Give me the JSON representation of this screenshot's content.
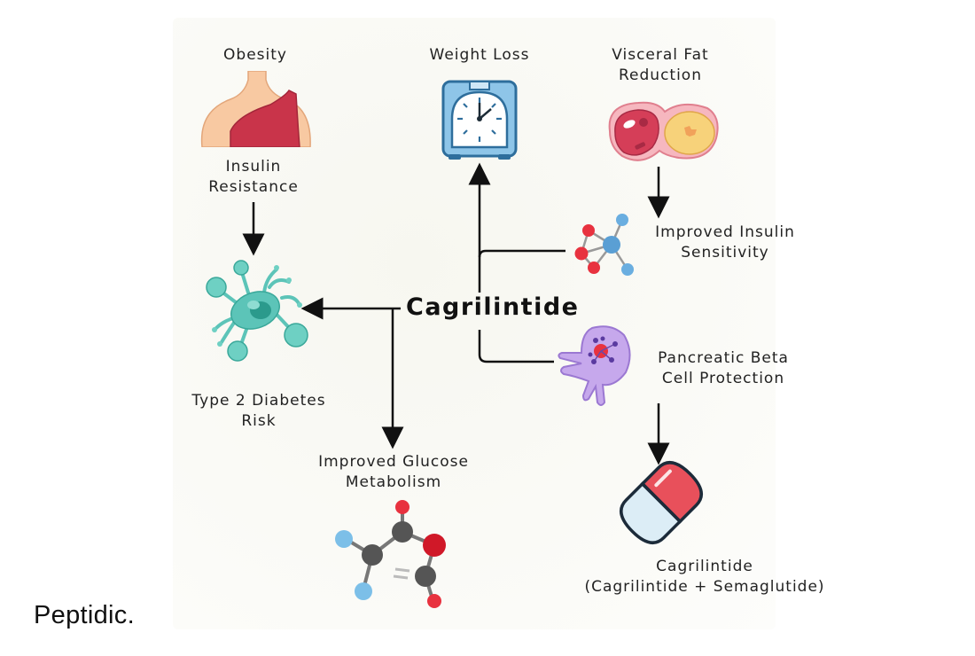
{
  "diagram": {
    "center": {
      "label": "Cagrilintide"
    },
    "nodes": {
      "obesity": {
        "label": "Obesity",
        "icon": "torso-icon"
      },
      "insulin_resistance": {
        "line1": "Insulin",
        "line2": "Resistance"
      },
      "weight_loss": {
        "label": "Weight Loss",
        "icon": "scale-icon"
      },
      "visceral_fat": {
        "line1": "Visceral Fat",
        "line2": "Reduction",
        "icon": "fat-cell-icon"
      },
      "insulin_sensitivity": {
        "line1": "Improved Insulin",
        "line2": "Sensitivity",
        "icon": "molecule-icon"
      },
      "t2d_risk": {
        "line1": "Type 2 Diabetes",
        "line2": "Risk",
        "icon": "cell-icon"
      },
      "beta_cell": {
        "line1": "Pancreatic Beta",
        "line2": "Cell Protection",
        "icon": "beta-cell-icon"
      },
      "glucose_metabolism": {
        "line1": "Improved Glucose",
        "line2": "Metabolism",
        "icon": "glucose-molecule-icon"
      },
      "combo": {
        "line1": "Cagrilintide",
        "line2": "(Cagrilintide + Semaglutide)",
        "icon": "capsule-icon"
      }
    },
    "colors": {
      "arrow": "#111111",
      "scale_blue": "#5aa7d6",
      "fat_red": "#d9455f",
      "fat_yellow": "#f7d27a",
      "cell_teal": "#5cc4b8",
      "beta_purple": "#b394e0",
      "capsule_red": "#e8505b",
      "capsule_blue": "#d8ecf5"
    }
  },
  "brand": {
    "name": "Peptidic."
  }
}
